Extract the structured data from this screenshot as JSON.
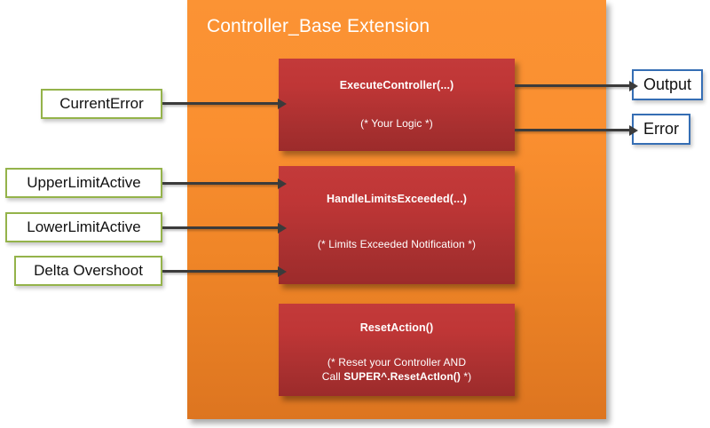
{
  "diagram": {
    "panel": {
      "title": "Controller_Base Extension",
      "color": "#f7901e"
    },
    "methods": [
      {
        "name": "ExecuteController(...)",
        "note": "(* Your Logic *)",
        "color": "#b93535"
      },
      {
        "name": "HandleLimitsExceeded(...)",
        "note": "(* Limits Exceeded Notification *)",
        "color": "#b93535"
      },
      {
        "name": "ResetAction()",
        "note_line1": "(* Reset your Controller AND",
        "note_line2_prefix": "Call ",
        "note_line2_bold": "SUPER^.ResetActIon()",
        "note_line2_suffix": " *)",
        "color": "#b93535"
      }
    ],
    "inputs": [
      {
        "label": "CurrentError",
        "border_color": "#94b34a"
      },
      {
        "label": "UpperLimitActive",
        "border_color": "#94b34a"
      },
      {
        "label": "LowerLimitActive",
        "border_color": "#94b34a"
      },
      {
        "label": "Delta Overshoot",
        "border_color": "#94b34a"
      }
    ],
    "outputs": [
      {
        "label": "Output",
        "border_color": "#356eb4"
      },
      {
        "label": "Error",
        "border_color": "#356eb4"
      }
    ],
    "connectors": [
      {
        "name": "current-error-to-execute"
      },
      {
        "name": "upper-limit-to-handle-limits"
      },
      {
        "name": "lower-limit-to-handle-limits"
      },
      {
        "name": "delta-overshoot-to-handle-limits"
      },
      {
        "name": "execute-to-output"
      },
      {
        "name": "execute-to-error"
      }
    ]
  }
}
